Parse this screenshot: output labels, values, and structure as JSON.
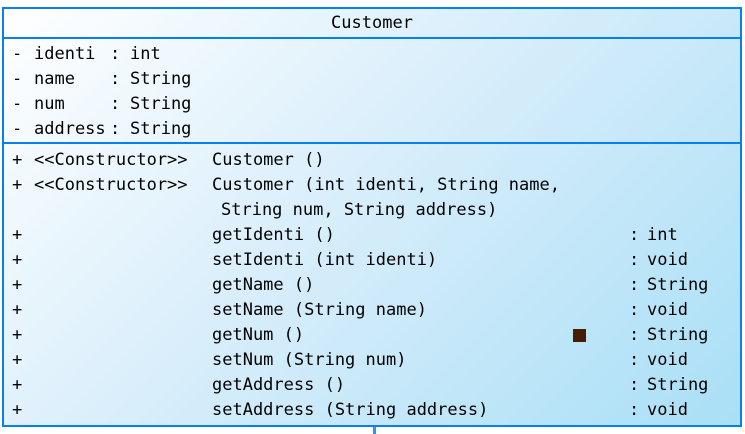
{
  "diagram": {
    "class_name": "Customer",
    "attributes": [
      {
        "visibility": "-",
        "name": "identi",
        "separator": ":",
        "type": "int"
      },
      {
        "visibility": "-",
        "name": "name",
        "separator": ":",
        "type": "String"
      },
      {
        "visibility": "-",
        "name": "num",
        "separator": ":",
        "type": "String"
      },
      {
        "visibility": "-",
        "name": "address",
        "separator": ":",
        "type": "String"
      }
    ],
    "methods": [
      {
        "visibility": "+",
        "stereotype": "<<Constructor>>",
        "signature": "Customer ()",
        "separator": "",
        "return_type": ""
      },
      {
        "visibility": "+",
        "stereotype": "<<Constructor>>",
        "signature": "Customer (int identi, String name,",
        "signature_line2": "String num, String address)",
        "separator": "",
        "return_type": ""
      },
      {
        "visibility": "+",
        "stereotype": "",
        "signature": "getIdenti ()",
        "separator": ":",
        "return_type": "int"
      },
      {
        "visibility": "+",
        "stereotype": "",
        "signature": "setIdenti (int identi)",
        "separator": ":",
        "return_type": "void"
      },
      {
        "visibility": "+",
        "stereotype": "",
        "signature": "getName ()",
        "separator": ":",
        "return_type": "String"
      },
      {
        "visibility": "+",
        "stereotype": "",
        "signature": "setName (String name)",
        "separator": ":",
        "return_type": "void"
      },
      {
        "visibility": "+",
        "stereotype": "",
        "signature": "getNum ()",
        "separator": ":",
        "return_type": "String",
        "has_marker": true
      },
      {
        "visibility": "+",
        "stereotype": "",
        "signature": "setNum (String num)",
        "separator": ":",
        "return_type": "void"
      },
      {
        "visibility": "+",
        "stereotype": "",
        "signature": "getAddress ()",
        "separator": ":",
        "return_type": "String"
      },
      {
        "visibility": "+",
        "stereotype": "",
        "signature": "setAddress (String address)",
        "separator": ":",
        "return_type": "void"
      }
    ],
    "colors": {
      "border": "#0680f0",
      "marker": "#451c04",
      "connector": "#2a95f5",
      "text": "#000000",
      "gradient_start": "#ffffff",
      "gradient_mid": "#d9eefb",
      "gradient_end": "#a9dff6"
    }
  }
}
